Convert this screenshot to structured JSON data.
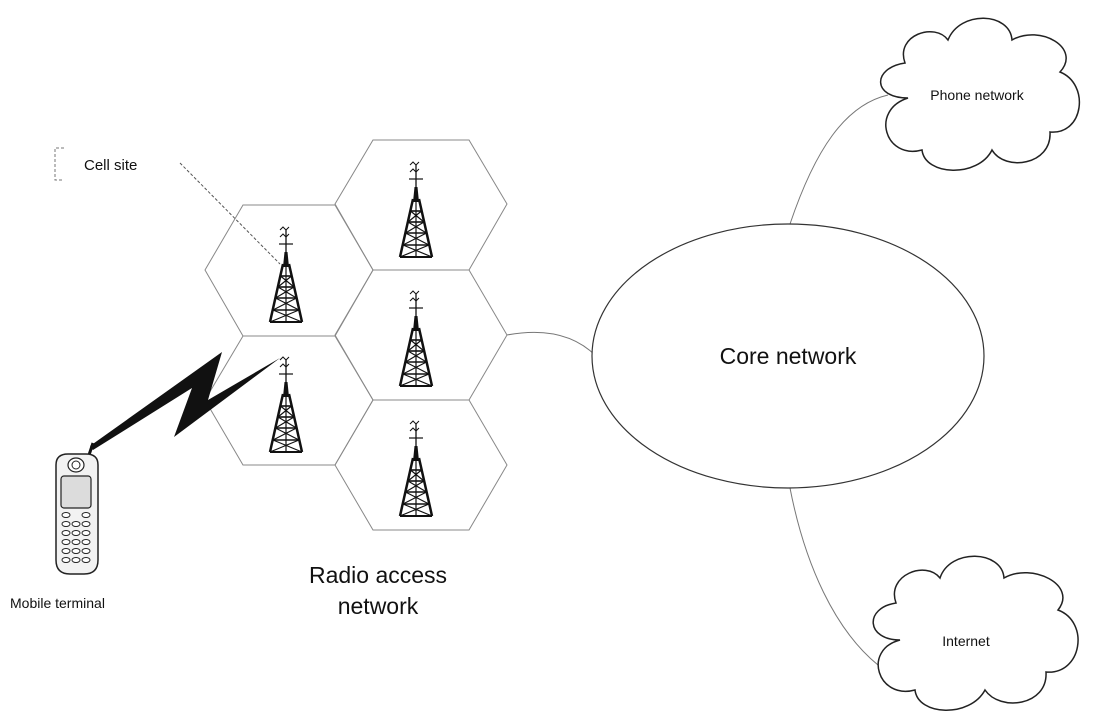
{
  "labels": {
    "cell_site": "Cell site",
    "mobile_terminal": "Mobile terminal",
    "radio_access_line1": "Radio access",
    "radio_access_line2": "network",
    "core_network": "Core network",
    "phone_network": "Phone network",
    "internet": "Internet"
  },
  "icons": {
    "tower": "cell-tower-icon",
    "phone": "mobile-phone-icon",
    "radio_link": "lightning-link-icon",
    "cloud": "cloud-icon"
  },
  "colors": {
    "stroke": "#222222",
    "line": "#777777",
    "background": "#ffffff"
  }
}
